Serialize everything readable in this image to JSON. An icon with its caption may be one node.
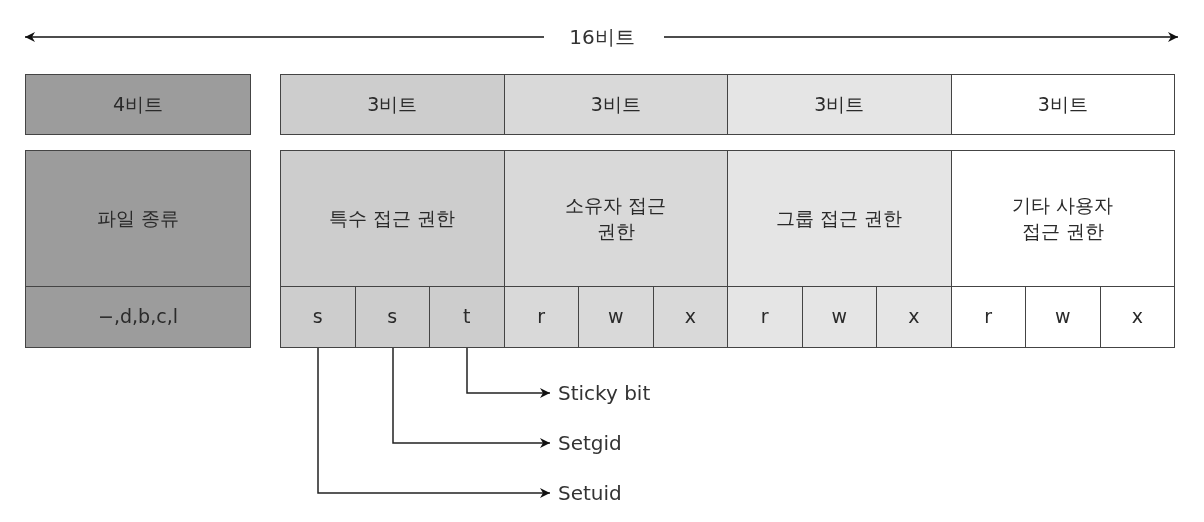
{
  "diagram": {
    "nodes": [
      {
        "text": [
          "4비트"
        ]
      },
      {
        "text": [
          "3비트"
        ]
      },
      {
        "text": [
          "3비트"
        ]
      },
      {
        "text": [
          "3비트"
        ]
      },
      {
        "text": [
          "3비트"
        ]
      },
      {
        "text": [
          "파일 종류"
        ]
      },
      {
        "text": [
          "특수 접근 권한"
        ]
      },
      {
        "text": [
          "소유자 접근 권한"
        ]
      },
      {
        "text": [
          "그룹 접근 권한"
        ]
      },
      {
        "text": [
          "기타 사용자 접근 권한"
        ]
      },
      {
        "text": [
          "−,d,b,c,l"
        ]
      },
      {
        "text": [
          "s"
        ]
      },
      {
        "text": [
          "s"
        ]
      },
      {
        "text": [
          "t"
        ]
      },
      {
        "text": [
          "r"
        ]
      },
      {
        "text": [
          "w"
        ]
      },
      {
        "text": [
          "x"
        ]
      },
      {
        "text": [
          "r"
        ]
      },
      {
        "text": [
          "w"
        ]
      },
      {
        "text": [
          "x"
        ]
      },
      {
        "text": [
          "r"
        ]
      },
      {
        "text": [
          "w"
        ]
      },
      {
        "text": [
          "x"
        ]
      },
      {
        "text": [
          "Sticky bit"
        ]
      },
      {
        "text": [
          "Setgid"
        ]
      },
      {
        "text": [
          "Setuid"
        ]
      }
    ],
    "edges": [
      {
        "from": 13,
        "to": 23,
        "arrow": "to"
      },
      {
        "from": 12,
        "to": 24,
        "arrow": "to"
      },
      {
        "from": 11,
        "to": 25,
        "arrow": "to"
      }
    ],
    "labels": [
      "16비트"
    ]
  }
}
